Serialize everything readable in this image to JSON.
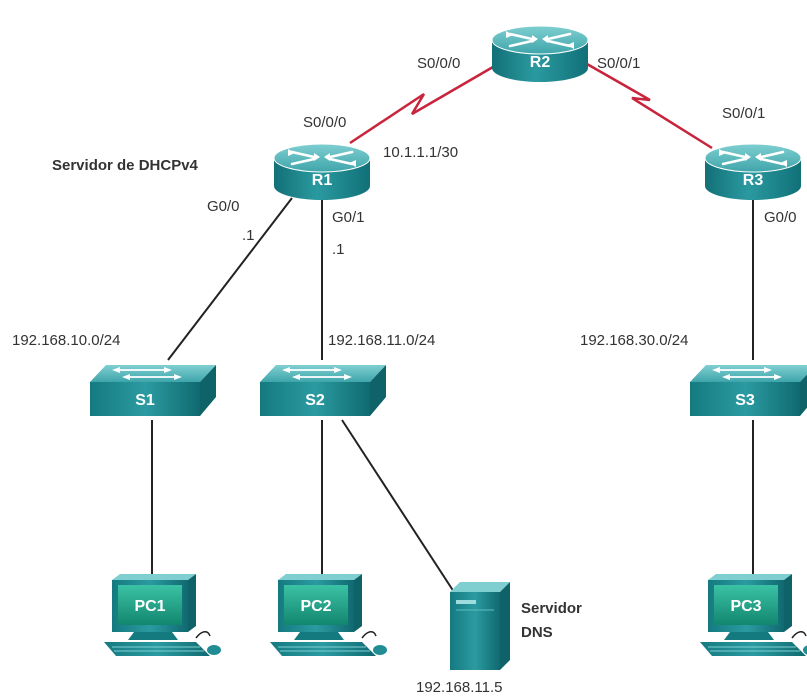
{
  "colors": {
    "device_teal": "#1f8d93",
    "device_top": "#56b6ba",
    "serial_link": "#c8243c",
    "ethernet_link": "#222222",
    "screen_green": "#1fa089"
  },
  "routers": {
    "r1": {
      "name": "R1",
      "role_label": "Servidor de DHCPv4"
    },
    "r2": {
      "name": "R2"
    },
    "r3": {
      "name": "R3"
    }
  },
  "switches": {
    "s1": {
      "name": "S1"
    },
    "s2": {
      "name": "S2"
    },
    "s3": {
      "name": "S3"
    }
  },
  "hosts": {
    "pc1": {
      "name": "PC1"
    },
    "pc2": {
      "name": "PC2"
    },
    "pc3": {
      "name": "PC3"
    },
    "dns": {
      "name_line1": "Servidor",
      "name_line2": "DNS",
      "ip": "192.168.11.5"
    }
  },
  "interfaces": {
    "r2_s000": "S0/0/0",
    "r2_s001": "S0/0/1",
    "r1_s000": "S0/0/0",
    "r1_serial_ip": "10.1.1.1/30",
    "r3_s001": "S0/0/1",
    "r1_g00": "G0/0",
    "r1_g00_ip": ".1",
    "r1_g01": "G0/1",
    "r1_g01_ip": ".1",
    "r3_g00": "G0/0"
  },
  "networks": {
    "net10": "192.168.10.0/24",
    "net11": "192.168.11.0/24",
    "net30": "192.168.30.0/24"
  }
}
